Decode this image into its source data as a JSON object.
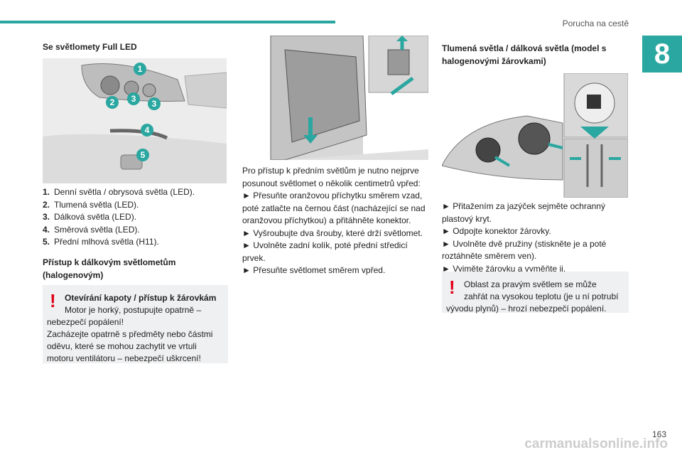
{
  "header": {
    "title": "Porucha na cestě",
    "chapter": "8"
  },
  "left": {
    "heading": "Se světlomety Full LED",
    "callouts": [
      "1",
      "2",
      "3",
      "3",
      "4",
      "5"
    ],
    "list": [
      {
        "num": "1.",
        "text": "Denní světla / obrysová světla (LED)."
      },
      {
        "num": "2.",
        "text": "Tlumená světla (LED)."
      },
      {
        "num": "3.",
        "text": "Dálková světla (LED)."
      },
      {
        "num": "4.",
        "text": "Směrová světla (LED)."
      },
      {
        "num": "5.",
        "text": "Přední mlhová světla (H11)."
      }
    ],
    "heading2_line1": "Přístup k dálkovým světlometům",
    "heading2_line2": "(halogenovým)",
    "warning": {
      "title": "Otevírání kapoty / přístup k žárovkám",
      "line1": "Motor je horký, postupujte opatrně –",
      "line2": "nebezpečí popálení!",
      "line3": "Zacházejte opatrně s předměty nebo částmi",
      "line4": "oděvu, které se mohou zachytit ve vrtuli",
      "line5": "motoru ventilátoru – nebezpečí uškrcení!"
    }
  },
  "middle": {
    "lines": [
      "Pro přístup k předním světlům je nutno nejprve",
      "posunout světlomet o několik centimetrů vpřed:",
      "► Přesuňte oranžovou příchytku směrem vzad,",
      "poté zatlačte na černou část (nacházející se nad",
      "oranžovou příchytkou) a přitáhněte konektor.",
      "► Vyšroubujte dva šrouby, které drží světlomet.",
      "► Uvolněte zadní kolík, poté přední středicí",
      "prvek.",
      "► Přesuňte světlomet směrem vpřed."
    ]
  },
  "right": {
    "heading_line1": "Tlumená světla / dálková světla (model s",
    "heading_line2": "halogenovými žárovkami)",
    "lines": [
      "► Přitažením za jazýček sejměte ochranný",
      "plastový kryt.",
      "► Odpojte konektor žárovky.",
      "► Uvolněte dvě pružiny (stiskněte je a poté",
      "roztáhněte směrem ven).",
      "► Vyjměte žárovku a vyměňte ji."
    ],
    "warning": {
      "line1": "Oblast za pravým světlem se může",
      "line2": "zahřát na vysokou teplotu (je u ní potrubí",
      "line3": "vývodu plynů) – hrozí nebezpečí popálení."
    }
  },
  "footer": {
    "page": "163",
    "watermark": "carmanualsonline.info"
  }
}
